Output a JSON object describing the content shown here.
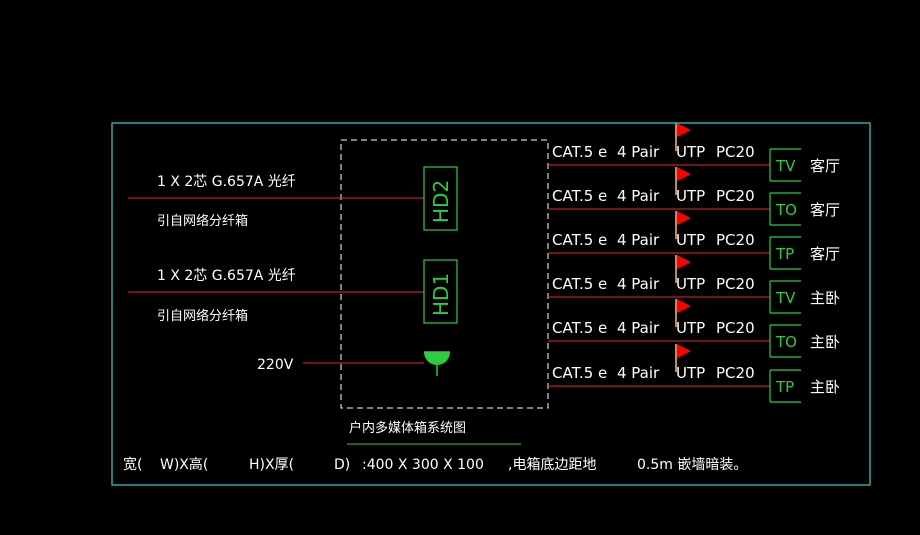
{
  "inputs": [
    {
      "label": "1 X 2芯 G.657A 光纤",
      "source": "引自网络分纤箱",
      "box": "HD2"
    },
    {
      "label": "1 X 2芯 G.657A 光纤",
      "source": "引自网络分纤箱",
      "box": "HD1"
    }
  ],
  "power": {
    "label": "220V"
  },
  "outputs": [
    {
      "cable": "CAT.5 e",
      "pair": "4 Pair",
      "utp": "UTP",
      "pc": "PC20",
      "terminal": "TV",
      "room": "客厅"
    },
    {
      "cable": "CAT.5 e",
      "pair": "4 Pair",
      "utp": "UTP",
      "pc": "PC20",
      "terminal": "TO",
      "room": "客厅"
    },
    {
      "cable": "CAT.5 e",
      "pair": "4 Pair",
      "utp": "UTP",
      "pc": "PC20",
      "terminal": "TP",
      "room": "客厅"
    },
    {
      "cable": "CAT.5 e",
      "pair": "4 Pair",
      "utp": "UTP",
      "pc": "PC20",
      "terminal": "TV",
      "room": "主卧"
    },
    {
      "cable": "CAT.5 e",
      "pair": "4 Pair",
      "utp": "UTP",
      "pc": "PC20",
      "terminal": "TO",
      "room": "主卧"
    },
    {
      "cable": "CAT.5 e",
      "pair": "4 Pair",
      "utp": "UTP",
      "pc": "PC20",
      "terminal": "TP",
      "room": "主卧"
    }
  ],
  "title": "户内多媒体箱系统图",
  "note": {
    "w": "宽(",
    "w2": "W)X高(",
    "h": "H)X厚(",
    "d": "D)",
    "dims": ":400 X 300 X 100",
    "height": ",电箱底边距地",
    "mount": "0.5m 嵌墙暗装。"
  },
  "colors": {
    "frame": "#35d3d3",
    "wire": "#e8242e",
    "device": "#2ecc40",
    "text": "#ffffff",
    "flag": "#ff0000"
  }
}
